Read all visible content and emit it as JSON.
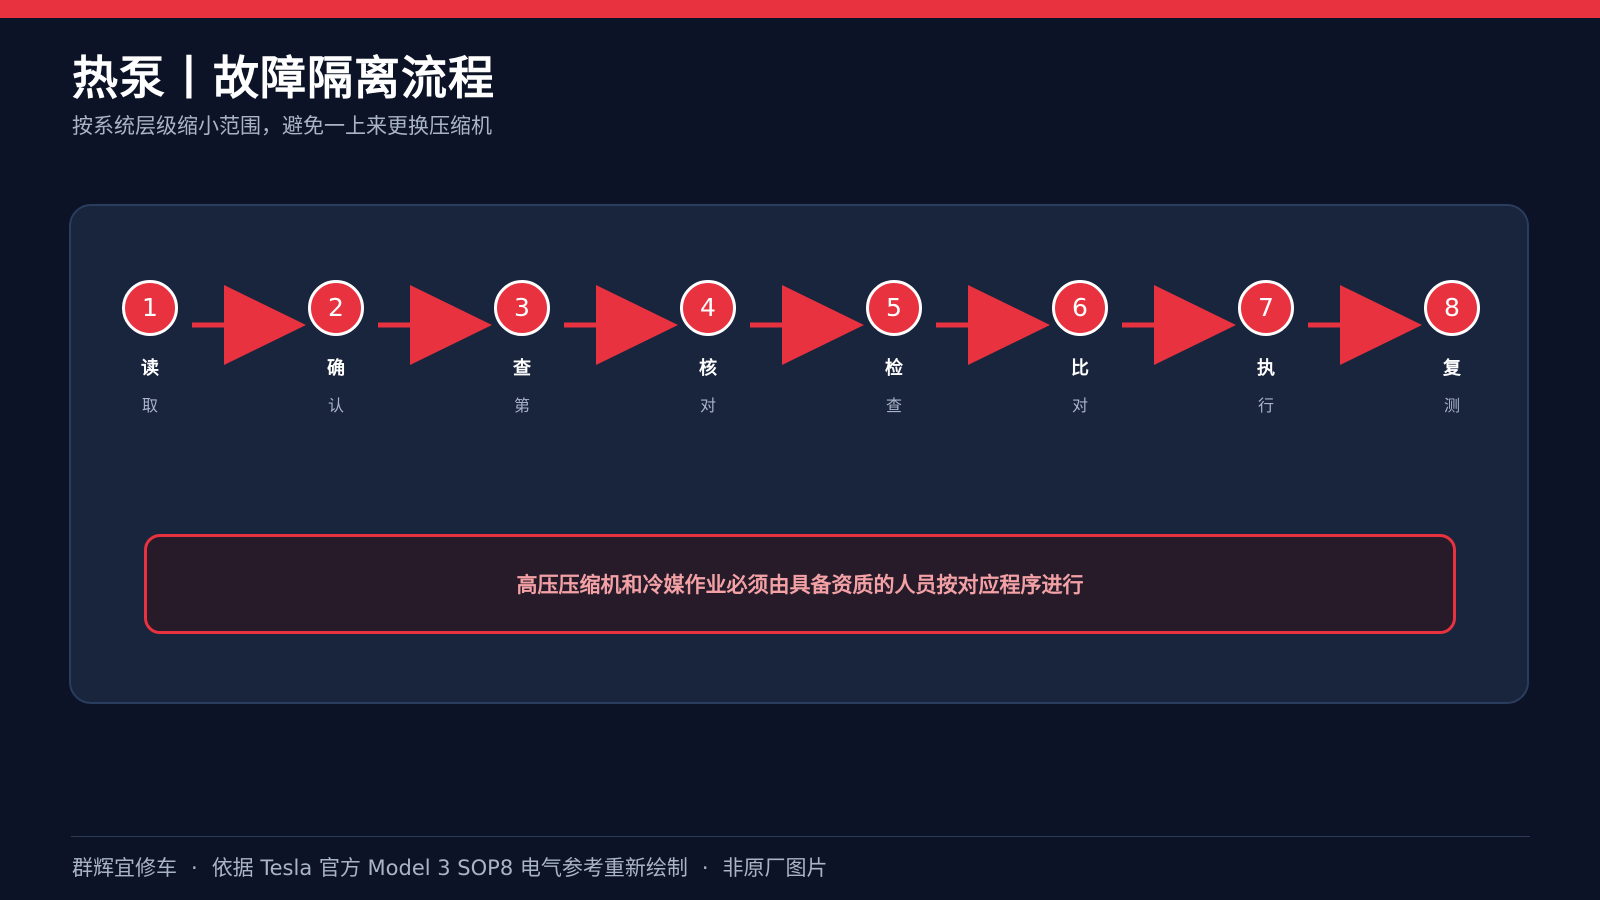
{
  "header": {
    "title": "热泵丨故障隔离流程",
    "subtitle": "按系统层级缩小范围，避免一上来更换压缩机"
  },
  "flow": {
    "steps": [
      {
        "number": "1",
        "title": "读",
        "sub": "取"
      },
      {
        "number": "2",
        "title": "确",
        "sub": "认"
      },
      {
        "number": "3",
        "title": "查",
        "sub": "第"
      },
      {
        "number": "4",
        "title": "核",
        "sub": "对"
      },
      {
        "number": "5",
        "title": "检",
        "sub": "查"
      },
      {
        "number": "6",
        "title": "比",
        "sub": "对"
      },
      {
        "number": "7",
        "title": "执",
        "sub": "行"
      },
      {
        "number": "8",
        "title": "复",
        "sub": "测"
      }
    ]
  },
  "warning": {
    "text": "高压压缩机和冷媒作业必须由具备资质的人员按对应程序进行"
  },
  "footer": {
    "brand": "群辉宜修车",
    "source": "依据 Tesla 官方 Model 3 SOP8 电气参考重新绘制",
    "note": "非原厂图片",
    "separator": "·"
  },
  "colors": {
    "background": "#0d1326",
    "panel": "#19243d",
    "accent": "#e8323f",
    "muted_text": "#aab4c8"
  }
}
